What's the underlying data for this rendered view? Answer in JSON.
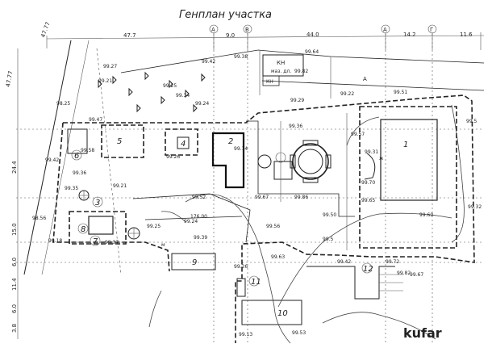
{
  "title": "Генплан участка",
  "axes": [
    "A",
    "B",
    "A",
    "Г"
  ],
  "top_dims": [
    "47.7",
    "9.0",
    "44.0",
    "14.2",
    "11.6",
    "47.77"
  ],
  "left_dims": [
    "47.77",
    "24.4",
    "15.0",
    "6.0",
    "11.4",
    "6.0",
    "3.8"
  ],
  "buildings": [
    "1",
    "2",
    "3",
    "4",
    "5",
    "6",
    "7",
    "8",
    "9",
    "10",
    "11",
    "12"
  ],
  "labels": {
    "kn1": "КН",
    "kn_sub": "маз. дл.",
    "kn2": "КН",
    "a": "А",
    "h": "ж",
    "m": "м"
  },
  "elevations": [
    "99.42",
    "99.38",
    "99.64",
    "99.82",
    "99.27",
    "99.21",
    "99.25",
    "99.34",
    "99.24",
    "99.47",
    "98.25",
    "99.29",
    "99.36",
    "99.58",
    "99.26",
    "99.14",
    "99.31",
    "99.22",
    "99.51",
    "99.57",
    "99.5",
    "99.32",
    "99.36",
    "99.42",
    "99.21",
    "99.52",
    "99.67",
    "99.86",
    "99.65",
    "99.70",
    "99.60",
    "98.56",
    "99.18",
    "99.35",
    "176.00",
    "99.25",
    "99.37",
    "99.39",
    "99.56",
    "99.63",
    "99.5",
    "99.26",
    "99.42",
    "99.72",
    "99.82",
    "99.67",
    "99.24",
    "99.13",
    "99.53",
    "99.50"
  ],
  "watermark": "kufar"
}
